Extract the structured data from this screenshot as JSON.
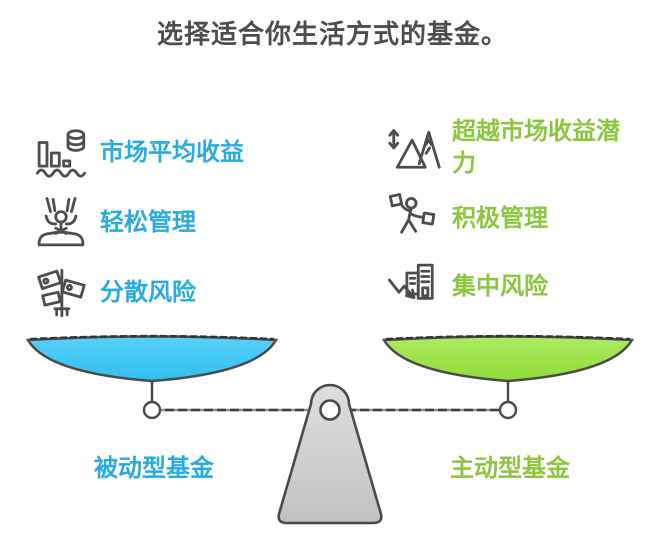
{
  "title": "选择适合你生活方式的基金。",
  "left": {
    "pan_label": "被动型基金",
    "text_color": "#29ABE2",
    "pan_color_top": "#58D1F9",
    "pan_color_bottom": "#2FBEF0",
    "features": [
      {
        "icon": "bar-chart-coins-icon",
        "label": "市场平均收益"
      },
      {
        "icon": "hammock-relax-icon",
        "label": "轻松管理"
      },
      {
        "icon": "signpost-directions-icon",
        "label": "分散风险"
      }
    ]
  },
  "right": {
    "pan_label": "主动型基金",
    "text_color": "#8CC63F",
    "pan_color_top": "#ABEB62",
    "pan_color_bottom": "#8FDC36",
    "features": [
      {
        "icon": "mountains-updown-arrow-icon",
        "label": "超越市场收益潜力"
      },
      {
        "icon": "juggler-person-icon",
        "label": "积极管理"
      },
      {
        "icon": "building-down-arrow-icon",
        "label": "集中风险"
      }
    ]
  },
  "scale": {
    "outline_color": "#4a4a4a",
    "fulcrum_color": "#cfcfcf",
    "title_color": "#4d4d4d"
  }
}
